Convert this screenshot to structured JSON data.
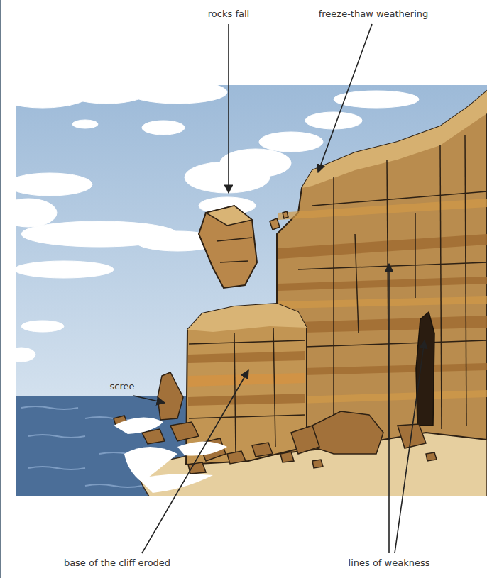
{
  "diagram": {
    "labels": [
      "rocks fall",
      "freeze-thaw weathering",
      "scree",
      "base of the cliff eroded",
      "lines of weakness"
    ]
  }
}
